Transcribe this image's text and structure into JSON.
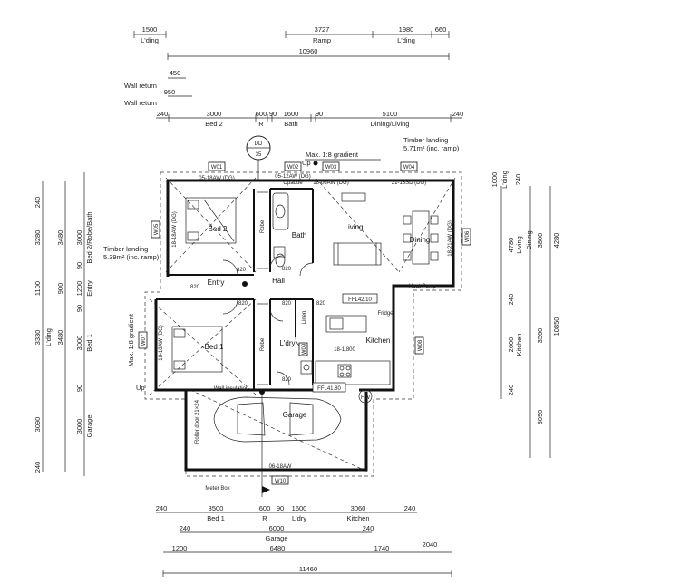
{
  "top_dims": {
    "r1_a": "1500",
    "r1_a_sub": "L'ding",
    "r1_b": "3727",
    "r1_b_sub": "Ramp",
    "r1_c": "1980",
    "r1_c_sub": "L'ding",
    "r1_d": "660",
    "overall": "10960",
    "wall_return_1": "450",
    "wall_return_2": "950",
    "wall_return_label": "Wall return",
    "seg": [
      "240",
      "3000",
      "600",
      "90",
      "1600",
      "90",
      "5100",
      "240"
    ],
    "seg_sub": [
      "Bed 2",
      "R",
      "Bath",
      "Dining/Living"
    ]
  },
  "left_dims": {
    "outer": [
      "240",
      "3280",
      "1100",
      "3330",
      "3090",
      "240"
    ],
    "outer_sub": [
      "L'ding"
    ],
    "mid": [
      "3480",
      "900",
      "3480"
    ],
    "inner": [
      "3000",
      "90",
      "1200",
      "90",
      "3000",
      "90",
      "3000"
    ],
    "inner_sub": [
      "Bed 2/Robe/Bath",
      "Entry",
      "Bed 1",
      "Garage"
    ]
  },
  "right_dims": {
    "a": [
      "1000",
      "240",
      "4780",
      "240",
      "2600",
      "240"
    ],
    "a_sub": [
      "L'ding",
      "Living",
      "Kitchen"
    ],
    "b": [
      "3800",
      "3560",
      "3090"
    ],
    "b_sub": [
      "Dining"
    ],
    "c": [
      "4280",
      "10850"
    ]
  },
  "bottom_dims": {
    "r1": [
      "240",
      "3500",
      "600",
      "90",
      "1600",
      "3060",
      "240"
    ],
    "r1_sub": [
      "Bed 1",
      "R",
      "L'dry",
      "Kitchen"
    ],
    "r2": [
      "240",
      "6000",
      "240"
    ],
    "r2_sub": "Garage",
    "r3": [
      "1200",
      "6480",
      "1740",
      "2040"
    ],
    "overall": "11460"
  },
  "rooms": {
    "bed2": "Bed 2",
    "robe": "Robe",
    "bath": "Bath",
    "living": "Living",
    "dining": "Dining",
    "entry": "Entry",
    "hall": "Hall",
    "bed1": "Bed 1",
    "robe2": "Robe",
    "linen": "Linen",
    "ldry": "L'dry",
    "kitchen": "Kitchen",
    "garage": "Garage"
  },
  "doors": [
    "820",
    "820",
    "820",
    "820",
    "820",
    "820",
    "820"
  ],
  "windows": {
    "w01": "W01",
    "w02": "W02",
    "w03": "W03",
    "w04": "W04",
    "w05": "W05",
    "w06": "W06",
    "w07": "W07",
    "w08": "W08",
    "w09": "W09",
    "w10": "W10"
  },
  "window_specs": {
    "w01": "05-18AW (DG)",
    "w02": "05-12AW (DG)",
    "w02b": "Opaque",
    "w03": "18-06AW (DG)",
    "w04": "21-18SD (DG)",
    "w_bed2_side": "18-18AW (DG)",
    "w_dining_side": "18-21AW (DG)",
    "w_bed1_side": "18-18AW (DG)",
    "w_garage": "06-18AW"
  },
  "annotations": {
    "section_tag": "DD",
    "section_num": "35",
    "max_grad_top": "Max. 1:8 gradient",
    "timber_top_1": "Timber landing",
    "timber_top_2": "5.71m² (inc. ramp)",
    "timber_left_1": "Timber landing",
    "timber_left_2": "5.39m² (inc. ramp)",
    "max_grad_left": "Max. 1:8 gradient",
    "up_top": "Up",
    "up_left": "Up",
    "ffl_main": "FFL42.10",
    "ffl_garage": "FFL41.80",
    "wall_insulation": "Wall insulation",
    "roller_door": "Roller door 21×24",
    "meter_box": "Meter Box",
    "hwu": "HW",
    "fridge": "Fridge",
    "bench": "18-1,800",
    "heat_pump": "Heat Pump"
  }
}
